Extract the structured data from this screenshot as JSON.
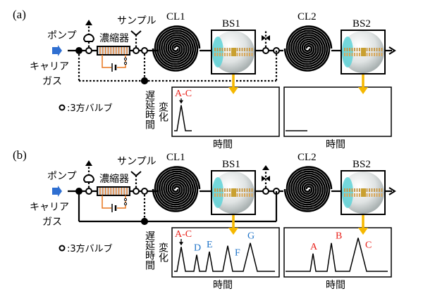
{
  "colors": {
    "line": "#000000",
    "carrier_arrow": "#2f6fd1",
    "heater": "#e8761e",
    "detector_arrow": "#f5b800",
    "red_label": "#e8201a",
    "blue_label": "#1e73c8",
    "sphere_cyan": "#5fd3d8"
  },
  "panels": [
    {
      "id": "a",
      "label": "(a)",
      "pump": "ポンプ",
      "concentrator": "濃縮器",
      "sample": "サンプル",
      "carrier_line1": "キャリア",
      "carrier_line2": "ガス",
      "cl1": "CL1",
      "bs1": "BS1",
      "cl2": "CL2",
      "bs2": "BS2",
      "legend": ":3方バルブ",
      "ylabel_line1": "遅延時間",
      "ylabel_line2": "変化",
      "xlabel_left": "時間",
      "xlabel_right": "時間",
      "bypass": "dotted",
      "valve_arrow": false,
      "left_peaks": [
        {
          "label": "A-C",
          "color": "red",
          "height": 0.65,
          "arrow": true
        }
      ],
      "right_peaks": []
    },
    {
      "id": "b",
      "label": "(b)",
      "pump": "ポンプ",
      "concentrator": "濃縮器",
      "sample": "サンプル",
      "carrier_line1": "キャリア",
      "carrier_line2": "ガス",
      "cl1": "CL1",
      "bs1": "BS1",
      "cl2": "CL2",
      "bs2": "BS2",
      "legend": ":3方バルブ",
      "ylabel_line1": "遅延時間",
      "ylabel_line2": "変化",
      "xlabel_left": "時間",
      "xlabel_right": "時間",
      "bypass": "solid",
      "valve_arrow": true,
      "left_peaks": [
        {
          "label": "A-C",
          "color": "red",
          "height": 0.62,
          "arrow": true
        },
        {
          "label": "D",
          "color": "blue",
          "height": 0.42
        },
        {
          "label": "E",
          "color": "blue",
          "height": 0.5
        },
        {
          "label": "F",
          "color": "blue",
          "height": 0.65
        },
        {
          "label": "G",
          "color": "blue",
          "height": 0.72
        }
      ],
      "right_peaks": [
        {
          "label": "A",
          "color": "red",
          "height": 0.45
        },
        {
          "label": "B",
          "color": "red",
          "height": 0.72
        },
        {
          "label": "C",
          "color": "red",
          "height": 0.85
        }
      ]
    }
  ]
}
